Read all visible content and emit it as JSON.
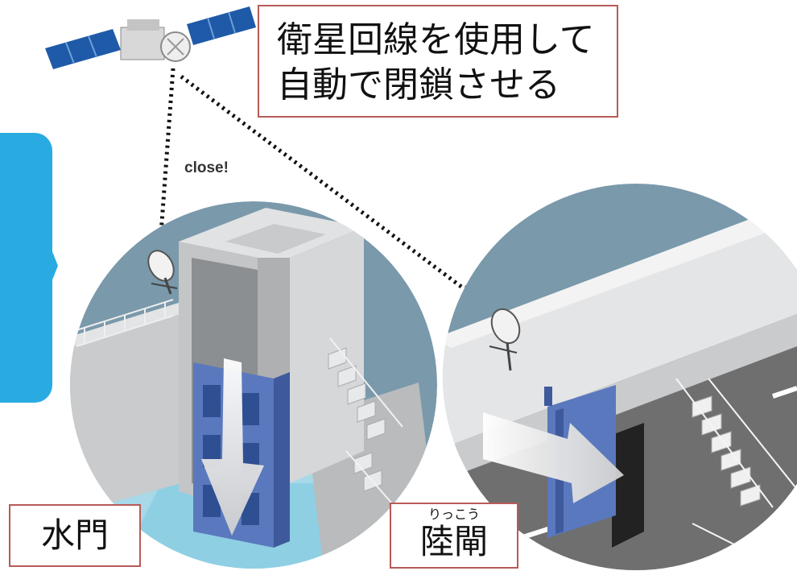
{
  "caption": {
    "line1": "衛星回線を使用して",
    "line2": "自動で閉鎖させる"
  },
  "signal_label": "close!",
  "gates": {
    "water_gate": {
      "label": "水門"
    },
    "land_gate": {
      "label": "陸閘",
      "ruby": "りっこう"
    }
  },
  "colors": {
    "callout": "#29abe2",
    "sky": "#7a99ab",
    "concrete": "#d3d5d7",
    "gate": "#5a78bd",
    "border": "#b85b57",
    "road": "#6f6f6f"
  }
}
